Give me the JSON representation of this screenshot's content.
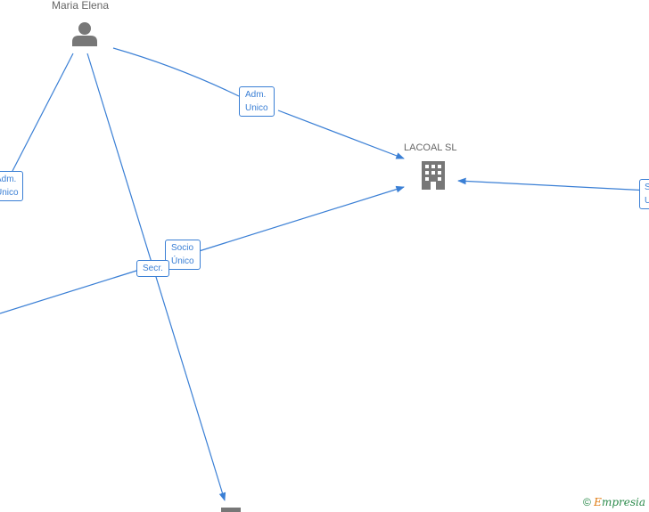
{
  "nodes": {
    "person": {
      "label": "Maria Elena"
    },
    "company": {
      "label": "LACOAL SL"
    }
  },
  "edges": {
    "adm_right": {
      "line1": "Adm.",
      "line2": "Unico"
    },
    "adm_left": {
      "line1": "Adm.",
      "line2": "Unico"
    },
    "socio": {
      "line1": "Socio",
      "line2": "Único"
    },
    "secr": {
      "line1": "Secr."
    },
    "right_clip": {
      "line1": "S",
      "line2": "U"
    }
  },
  "footer": {
    "copyright": "©",
    "brand_e": "E",
    "brand_rest": "mpresia"
  },
  "colors": {
    "edge": "#3a7fd5",
    "icon": "#777777"
  },
  "icons": [
    "person-icon",
    "building-icon"
  ]
}
